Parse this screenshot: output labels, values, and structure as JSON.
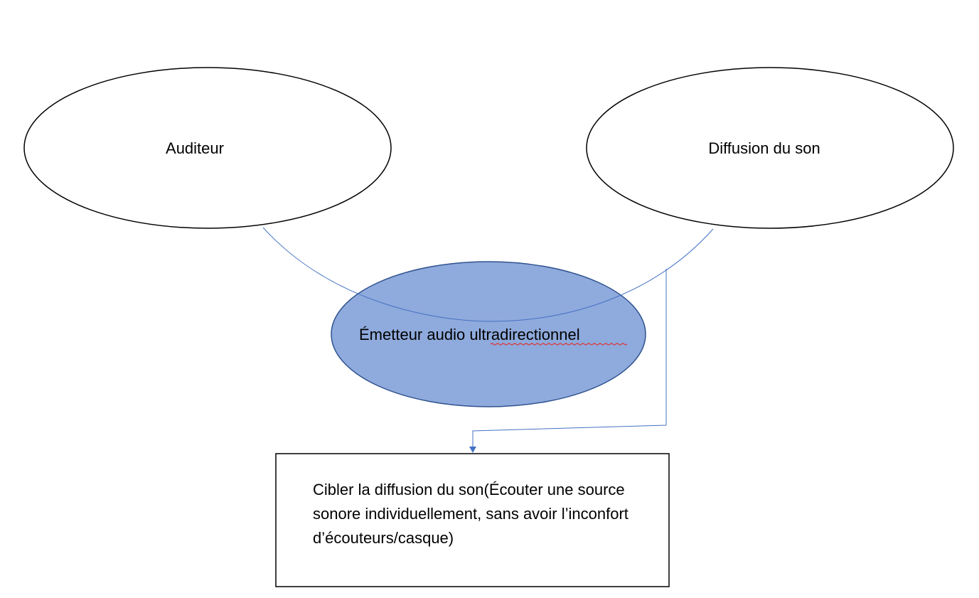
{
  "nodes": {
    "listener": {
      "label": "Auditeur"
    },
    "sound_diffusion": {
      "label": "Diffusion du son"
    },
    "emitter": {
      "label_part1": "Émetteur audio ",
      "label_part2": "ultradirectionnel"
    },
    "goal": {
      "label": "Cibler la diffusion du son(Écouter une source sonore individuellement, sans avoir l’inconfort d’écouteurs/casque)"
    }
  },
  "colors": {
    "emitter_fill": "#8faadc",
    "emitter_stroke": "#2f528f",
    "connector": "#4472c4",
    "outline": "#000000"
  }
}
